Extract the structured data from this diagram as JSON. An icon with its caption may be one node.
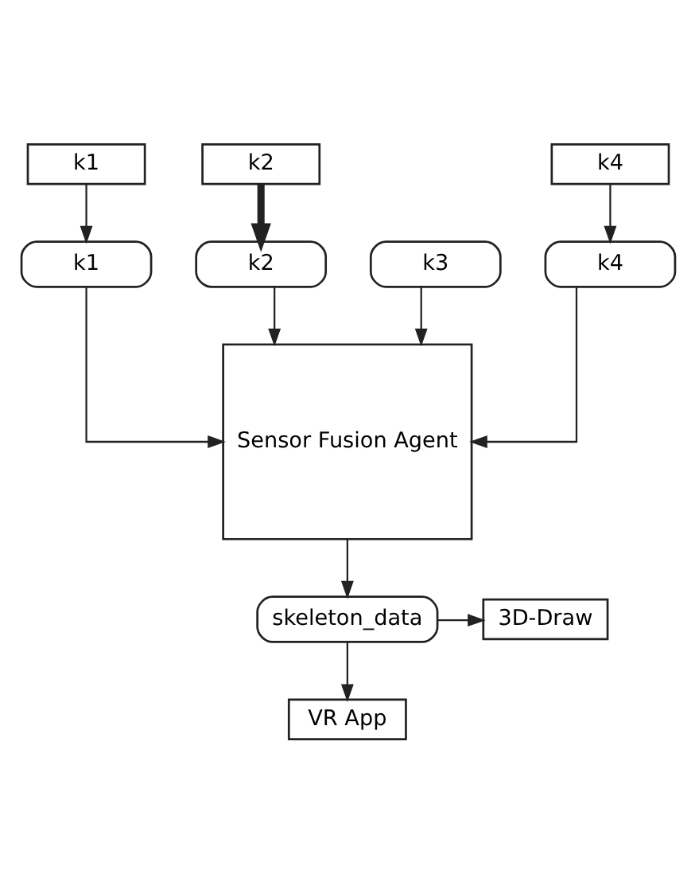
{
  "diagram": {
    "nodes": [
      {
        "text": [
          "k1"
        ]
      },
      {
        "text": [
          "k2"
        ]
      },
      {
        "text": [
          "k4"
        ]
      },
      {
        "text": [
          "k1"
        ]
      },
      {
        "text": [
          "k2"
        ]
      },
      {
        "text": [
          "k3"
        ]
      },
      {
        "text": [
          "k4"
        ]
      },
      {
        "text": [
          "Sensor Fusion Agent"
        ]
      },
      {
        "text": [
          "skeleton_data"
        ]
      },
      {
        "text": [
          "3D-Draw"
        ]
      },
      {
        "text": [
          "VR App"
        ]
      }
    ],
    "edges": [
      {
        "from": 0,
        "to": 3,
        "arrow": "to"
      },
      {
        "from": 1,
        "to": 4,
        "arrow": "to",
        "style": "thick"
      },
      {
        "from": 2,
        "to": 6,
        "arrow": "to"
      },
      {
        "from": 3,
        "to": 7,
        "arrow": "to"
      },
      {
        "from": 4,
        "to": 7,
        "arrow": "to"
      },
      {
        "from": 5,
        "to": 7,
        "arrow": "to"
      },
      {
        "from": 6,
        "to": 7,
        "arrow": "to"
      },
      {
        "from": 7,
        "to": 8,
        "arrow": "to"
      },
      {
        "from": 8,
        "to": 9,
        "arrow": "to"
      },
      {
        "from": 8,
        "to": 10,
        "arrow": "to"
      }
    ]
  }
}
